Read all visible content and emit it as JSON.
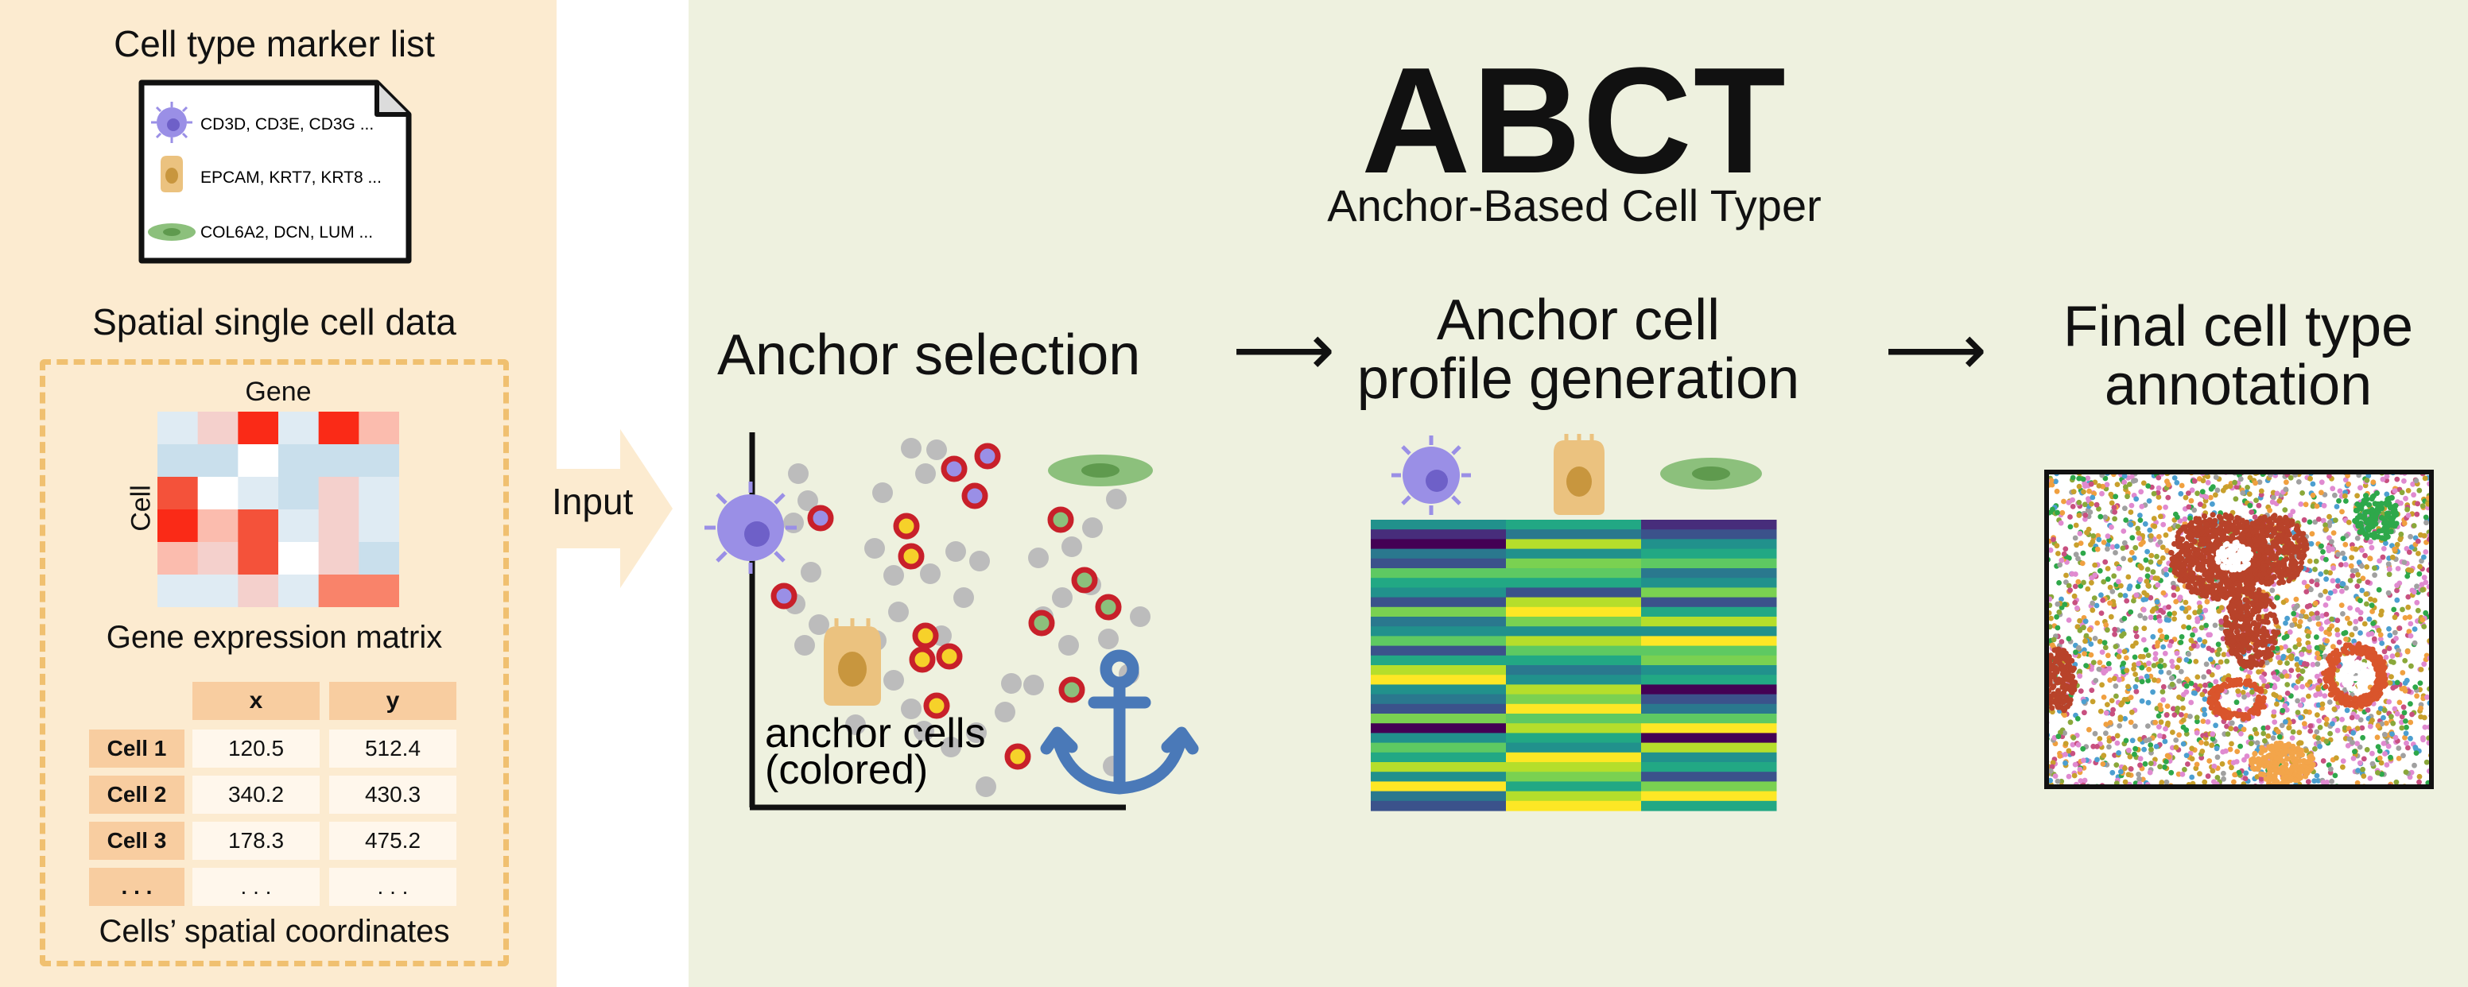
{
  "title": "ABCT",
  "subtitle": "Anchor-Based Cell Typer",
  "colors": {
    "left_bg": "#fcebd0",
    "right_bg": "#eef1df",
    "anchor_blue": "#4a79b8",
    "tcell_purple": "#9a8fe6",
    "epithelial_tan": "#ebc27f",
    "fibroblast_green": "#8cc07c",
    "anchor_ring": "#c8202a",
    "gray_cell": "#bcbcbc"
  },
  "inputs": {
    "marker_list_title": "Cell type marker list",
    "markers": [
      {
        "icon": "t-cell-icon",
        "text": "CD3D, CD3E, CD3G ..."
      },
      {
        "icon": "epithelial-cell-icon",
        "text": "EPCAM, KRT7, KRT8 ..."
      },
      {
        "icon": "fibroblast-cell-icon",
        "text": "COL6A2, DCN, LUM ..."
      }
    ],
    "spatial_title": "Spatial single cell data",
    "matrix": {
      "col_label": "Gene",
      "row_label": "Cell",
      "caption": "Gene expression matrix"
    },
    "coordinates": {
      "headers": [
        "x",
        "y"
      ],
      "rows": [
        {
          "label": "Cell 1",
          "x": "120.5",
          "y": "512.4"
        },
        {
          "label": "Cell 2",
          "x": "340.2",
          "y": "430.3"
        },
        {
          "label": "Cell 3",
          "x": "178.3",
          "y": "475.2"
        },
        {
          "label": ". . .",
          "x": ". . .",
          "y": ". . ."
        }
      ],
      "caption": "Cells’ spatial coordinates"
    },
    "input_label": "Input"
  },
  "steps": {
    "anchor_selection": "Anchor selection",
    "anchor_cells_line1": "anchor cells",
    "anchor_cells_line2": "(colored)",
    "profile_line1": "Anchor cell",
    "profile_line2": "profile generation",
    "final_line1": "Final cell type",
    "final_line2": "annotation",
    "arrow_glyph": "⟶"
  }
}
